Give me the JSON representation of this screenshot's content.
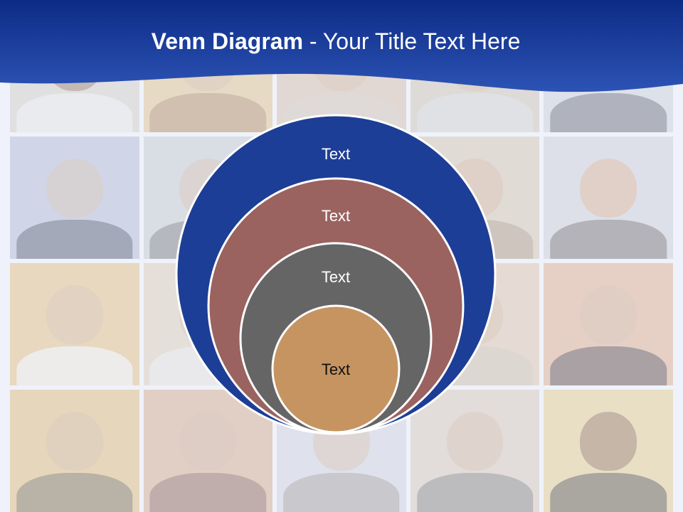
{
  "slide": {
    "title_bold": "Venn Diagram",
    "title_rest": " - Your Title Text Here"
  },
  "diagram": {
    "type": "nested-circles",
    "rings": [
      {
        "label": "Text",
        "color": "#1d3e96"
      },
      {
        "label": "Text",
        "color": "#9a6360"
      },
      {
        "label": "Text",
        "color": "#656565"
      },
      {
        "label": "Text",
        "color": "#c69461"
      }
    ]
  },
  "colors": {
    "banner_top": "#0d2b85",
    "banner_bottom": "#2c53b5",
    "ring_stroke": "#ffffff"
  }
}
